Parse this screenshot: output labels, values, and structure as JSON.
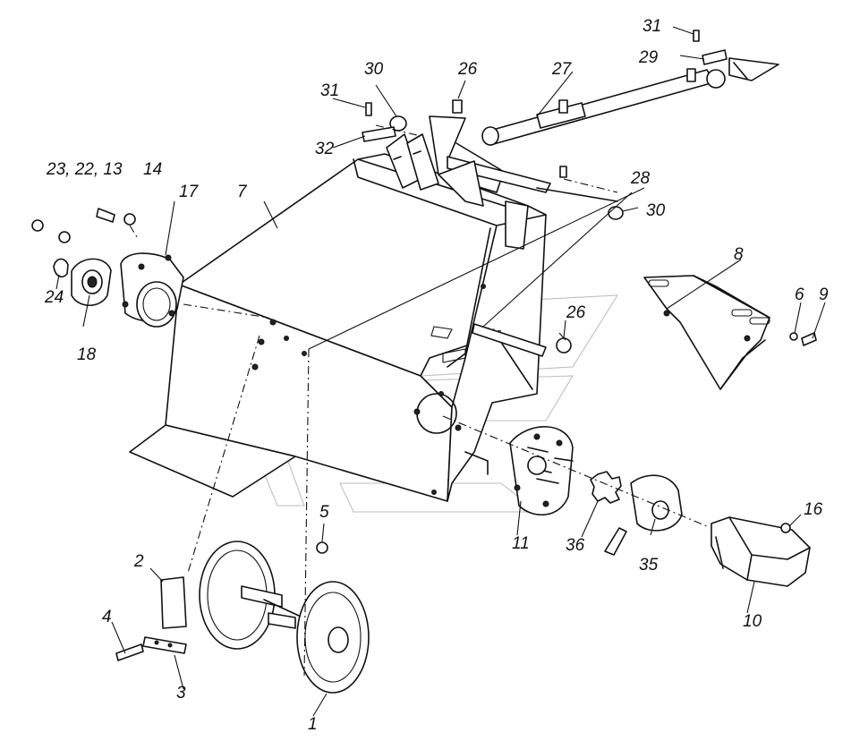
{
  "callouts": [
    {
      "key": "n1",
      "text": "1"
    },
    {
      "key": "n2",
      "text": "2"
    },
    {
      "key": "n3",
      "text": "3"
    },
    {
      "key": "n4",
      "text": "4"
    },
    {
      "key": "n5",
      "text": "5"
    },
    {
      "key": "n6",
      "text": "6"
    },
    {
      "key": "n7",
      "text": "7"
    },
    {
      "key": "n8",
      "text": "8"
    },
    {
      "key": "n9",
      "text": "9"
    },
    {
      "key": "n10",
      "text": "10"
    },
    {
      "key": "n11",
      "text": "11"
    },
    {
      "key": "n13",
      "text": "13"
    },
    {
      "key": "n14",
      "text": "14"
    },
    {
      "key": "n16",
      "text": "16"
    },
    {
      "key": "n17",
      "text": "17"
    },
    {
      "key": "n18",
      "text": "18"
    },
    {
      "key": "n2223",
      "text": "23, 22, 13"
    },
    {
      "key": "n24",
      "text": "24"
    },
    {
      "key": "n26a",
      "text": "26"
    },
    {
      "key": "n26b",
      "text": "26"
    },
    {
      "key": "n27",
      "text": "27"
    },
    {
      "key": "n28",
      "text": "28"
    },
    {
      "key": "n29",
      "text": "29"
    },
    {
      "key": "n30a",
      "text": "30"
    },
    {
      "key": "n30b",
      "text": "30"
    },
    {
      "key": "n31a",
      "text": "31"
    },
    {
      "key": "n31b",
      "text": "31"
    },
    {
      "key": "n32",
      "text": "32"
    },
    {
      "key": "n35",
      "text": "35"
    },
    {
      "key": "n36",
      "text": "36"
    }
  ]
}
